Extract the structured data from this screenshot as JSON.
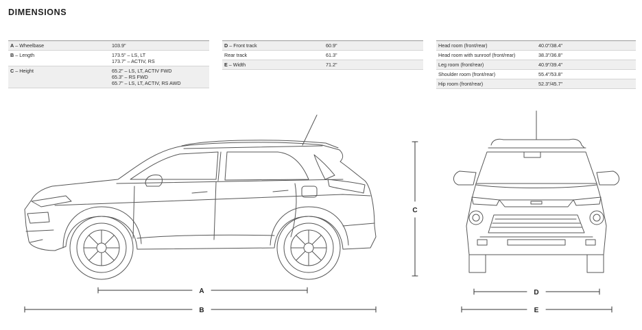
{
  "title": "DIMENSIONS",
  "table1": [
    {
      "key": "A",
      "label": " – Wheelbase",
      "values": [
        "103.9\""
      ]
    },
    {
      "key": "B",
      "label": " – Length",
      "values": [
        "173.5\" – LS, LT",
        "173.7\" – ACTIV, RS"
      ]
    },
    {
      "key": "C",
      "label": " – Height",
      "values": [
        "65.2\" – LS, LT, ACTIV FWD",
        "65.3\" – RS FWD",
        "65.7\" – LS, LT, ACTIV, RS AWD"
      ]
    }
  ],
  "table2": [
    {
      "key": "D",
      "label": " – Front track",
      "values": [
        "60.9\""
      ]
    },
    {
      "key": "",
      "label": "Rear track",
      "values": [
        "61.3\""
      ]
    },
    {
      "key": "E",
      "label": " – Width",
      "values": [
        "71.2\""
      ]
    }
  ],
  "table3": [
    {
      "label": "Head room (front/rear)",
      "values": [
        "40.0\"/38.4\""
      ]
    },
    {
      "label": "Head room with sunroof (front/rear)",
      "values": [
        "38.3\"/36.8\""
      ]
    },
    {
      "label": "Leg room (front/rear)",
      "values": [
        "40.9\"/39.4\""
      ]
    },
    {
      "label": "Shoulder room (front/rear)",
      "values": [
        "55.4\"/53.8\""
      ]
    },
    {
      "label": "Hip room (front/rear)",
      "values": [
        "52.3\"/45.7\""
      ]
    }
  ],
  "dimension_labels": {
    "a": "A",
    "b": "B",
    "c": "C",
    "d": "D",
    "e": "E"
  }
}
